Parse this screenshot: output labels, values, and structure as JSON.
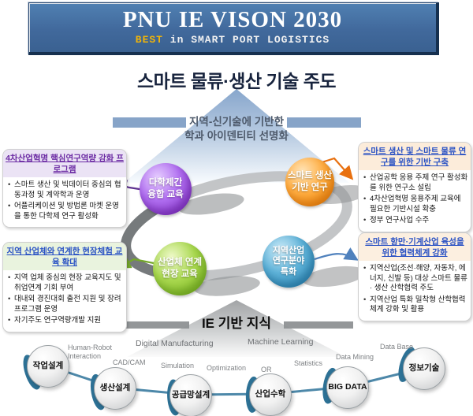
{
  "header": {
    "title": "PNU IE VISON 2030",
    "subtitle": {
      "highlight": "BEST",
      "rest": "in SMART PORT LOGISTICS"
    },
    "bg_color": "#41699c",
    "highlight_color": "#f0b409"
  },
  "main_title": "스마트 물류·생산 기술 주도",
  "vision_arrow": {
    "line1": "지역-신기술에 기반한",
    "line2": "학과 아이덴티티 선명화",
    "color": "#8aa9ce"
  },
  "programs": {
    "left_top": {
      "title": "4차산업혁명 핵심연구역량 강화 프로그램",
      "title_color": "#6b2aa3",
      "bullets": [
        "스마트 생산 및 빅데이터 중심의 협동과정 및 계약학과 운영",
        "어플리케이션 및 방법론 마켓 운영을 통한 다학제 연구 활성화"
      ]
    },
    "right_top": {
      "title": "스마트 생산 및 스마트 물류 연구를 위한 기반 구축",
      "title_color": "#2a52c4",
      "bullets": [
        "산업공학 응용 주제 연구 활성화를 위한 연구소 설립",
        "4차산업혁명 응용주제 교육에 필요한 기반시설 확충",
        "정부 연구사업 수주"
      ]
    },
    "left_bottom": {
      "title": "지역 산업체와 연계한 현장체험 교육 확대",
      "title_color": "#2a52c4",
      "bullets": [
        "지역 업체 중심의 현장 교육지도 및 취업연계 기회 부여",
        "대내외 경진대회 출전 지원 및 장려 프로그램 운영",
        "자기주도 연구역량개발 지원"
      ]
    },
    "right_bottom": {
      "title": "스마트 항만·기계산업 육성을 위한 협력체계 강화",
      "title_color": "#2a52c4",
      "bullets": [
        "지역산업(조선·해양, 자동차, 에너지, 신발 등) 대상 스마트 물류 · 생산 산학협력 주도",
        "지역산업 특화 밀착형 산학협력 체계 강화 및 활용"
      ]
    }
  },
  "core_circles": [
    {
      "name": "multidisciplinary-convergence-education",
      "color": "#8e44d8",
      "lines": [
        "다학제간",
        "융합 교육"
      ]
    },
    {
      "name": "smart-production-based-research",
      "color": "#f59021",
      "lines": [
        "스마트 생산",
        "기반 연구"
      ]
    },
    {
      "name": "industry-linked-field-education",
      "color": "#8cc63c",
      "lines": [
        "산업체 연계",
        "현장 교육"
      ]
    },
    {
      "name": "regional-industry-research-specialization",
      "color": "#3b9aca",
      "lines": [
        "지역산업",
        "연구분야",
        "특화"
      ]
    }
  ],
  "knowledge_arrow": {
    "title": "IE 기반 지식"
  },
  "foundation": {
    "group_labels": [
      "Digital Manufacturing",
      "Machine Learning"
    ],
    "tags": [
      "Human-Robot Interaction",
      "CAD/CAM",
      "Simulation",
      "Optimization",
      "OR",
      "Statistics",
      "Data Mining",
      "Data Base"
    ],
    "nodes": [
      "작업설계",
      "생산설계",
      "공급망설계",
      "산업수학",
      "BIG DATA",
      "정보기술"
    ],
    "chain_color": "#3a7ba0"
  }
}
